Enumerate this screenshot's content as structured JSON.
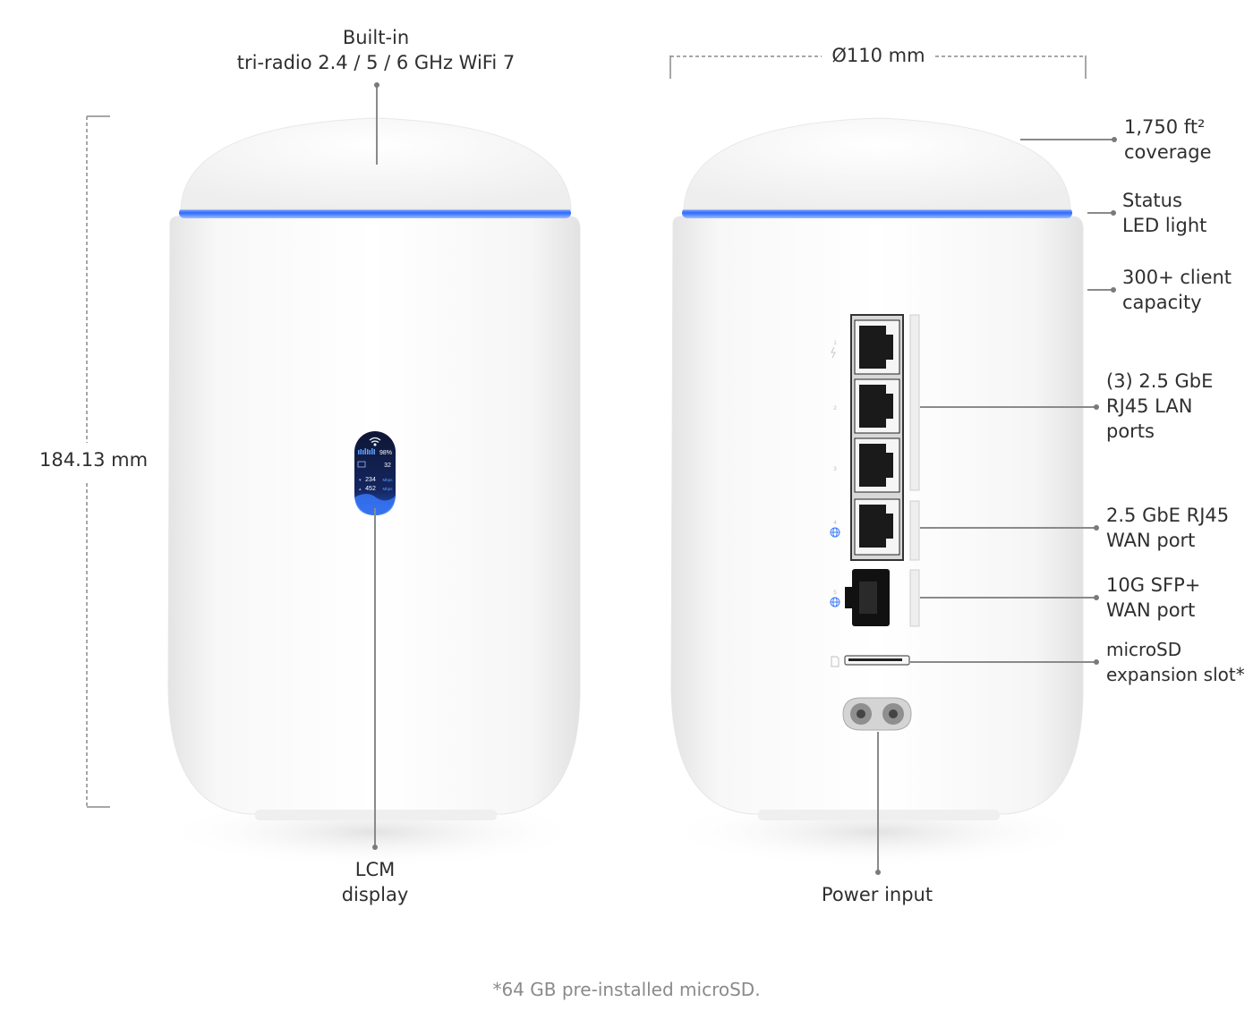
{
  "labels": {
    "wifi_line1": "Built-in",
    "wifi_line2": "tri-radio 2.4 / 5 / 6 GHz WiFi 7",
    "diameter": "Ø110 mm",
    "height": "184.13 mm",
    "coverage_line1": "1,750 ft²",
    "coverage_line2": "coverage",
    "led_line1": "Status",
    "led_line2": "LED light",
    "clients_line1": "300+ client",
    "clients_line2": "capacity",
    "lan_line1": "(3) 2.5 GbE",
    "lan_line2": "RJ45 LAN",
    "lan_line3": "ports",
    "wan_line1": "2.5 GbE RJ45",
    "wan_line2": "WAN port",
    "sfp_line1": "10G SFP+",
    "sfp_line2": "WAN port",
    "sd_line1": "microSD",
    "sd_line2": "expansion slot*",
    "lcm_line1": "LCM",
    "lcm_line2": "display",
    "power": "Power input"
  },
  "screen": {
    "battery": "98%",
    "clients": "32",
    "down": "234",
    "up": "452",
    "unit": "Mbps"
  },
  "port_numbers": [
    "1",
    "2",
    "3",
    "4",
    "5"
  ],
  "footnote": "*64 GB pre-installed microSD.",
  "colors": {
    "led": "#2f6bff",
    "body": "#ffffff",
    "port": "#1a1a1a",
    "text": "#2f2f2f",
    "footnote": "#8a8a8a"
  },
  "icons": [
    "wifi-icon",
    "globe-icon",
    "sd-card-icon",
    "power-socket-icon"
  ]
}
